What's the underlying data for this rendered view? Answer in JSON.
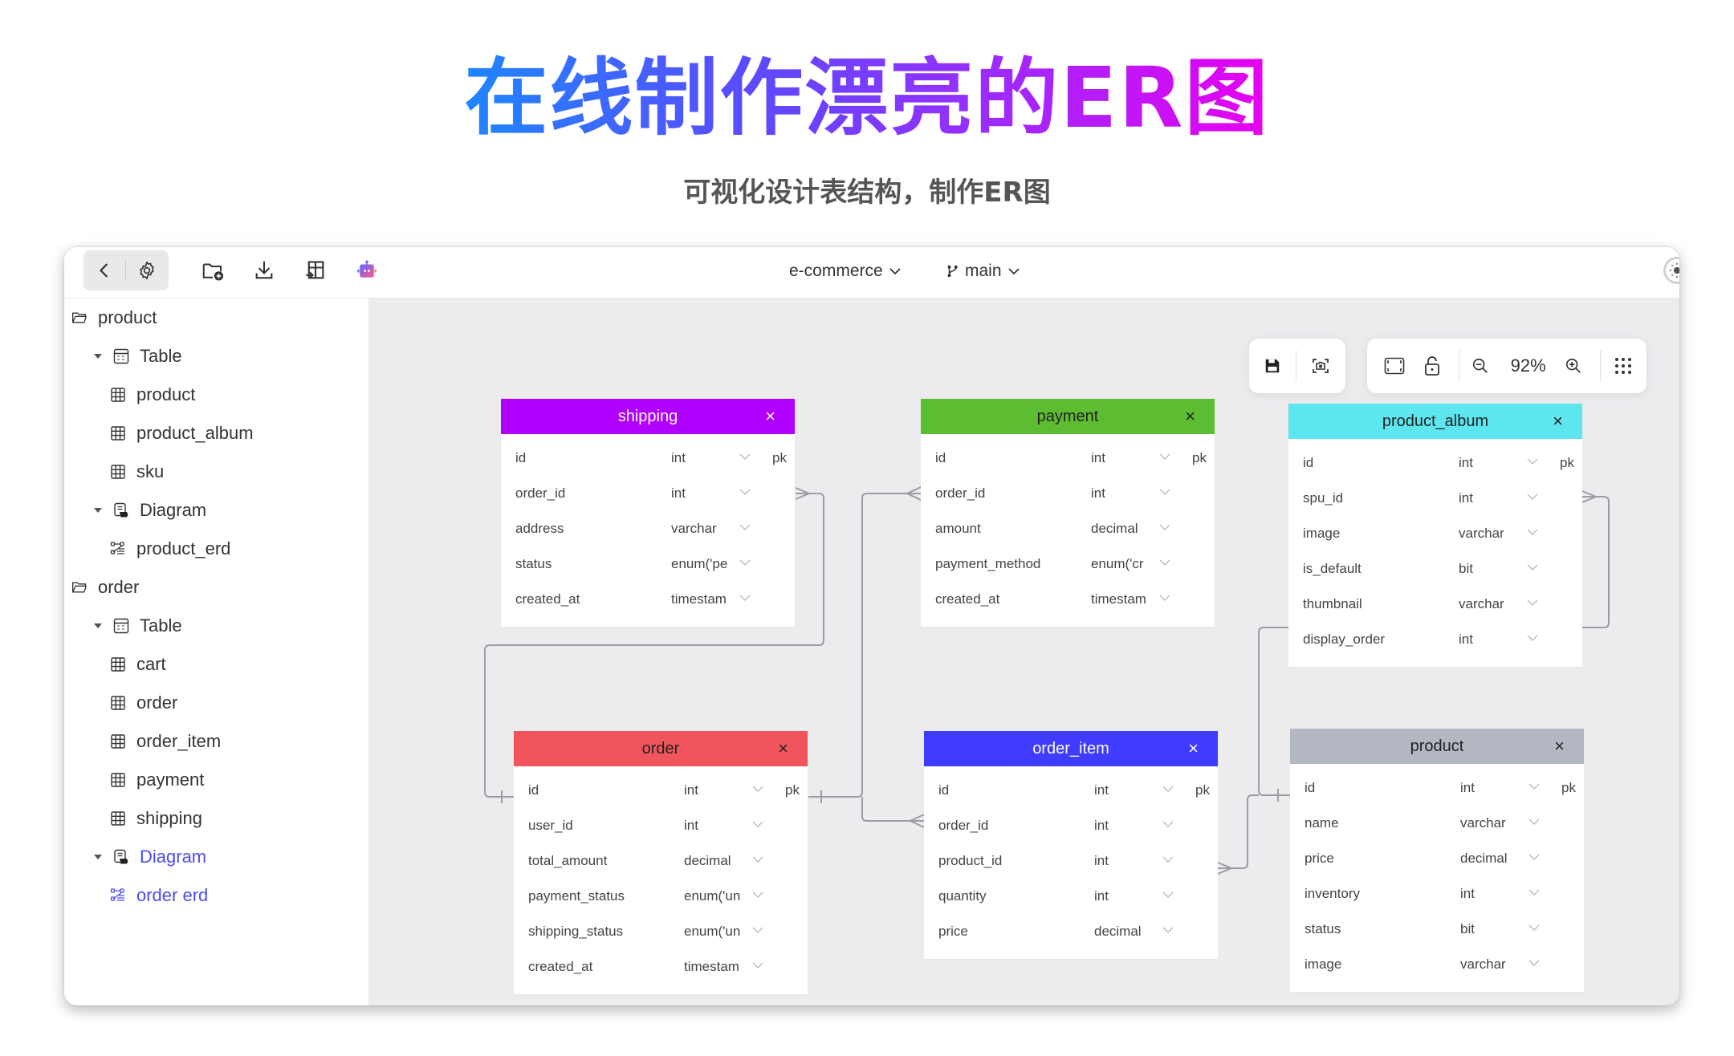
{
  "hero": {
    "title": "在线制作漂亮的ER图",
    "subtitle": "可视化设计表结构，制作ER图"
  },
  "topbar": {
    "back_icon": "chevron-left-icon",
    "settings_icon": "gear-icon",
    "tools": [
      {
        "name": "new-folder-icon"
      },
      {
        "name": "download-icon"
      },
      {
        "name": "import-table-icon"
      },
      {
        "name": "ai-robot-icon"
      }
    ],
    "project": "e-commerce",
    "branch": "main",
    "theme_icon": "sun-icon"
  },
  "sidebar": {
    "items": [
      {
        "label": "product",
        "type": "folder",
        "level": 0
      },
      {
        "label": "Table",
        "type": "group",
        "level": 1
      },
      {
        "label": "product",
        "type": "table",
        "level": 2
      },
      {
        "label": "product_album",
        "type": "table",
        "level": 2
      },
      {
        "label": "sku",
        "type": "table",
        "level": 2
      },
      {
        "label": "Diagram",
        "type": "group",
        "level": 1
      },
      {
        "label": "product_erd",
        "type": "diagram",
        "level": 2
      },
      {
        "label": "order",
        "type": "folder",
        "level": 0
      },
      {
        "label": "Table",
        "type": "group",
        "level": 1
      },
      {
        "label": "cart",
        "type": "table",
        "level": 2
      },
      {
        "label": "order",
        "type": "table",
        "level": 2
      },
      {
        "label": "order_item",
        "type": "table",
        "level": 2
      },
      {
        "label": "payment",
        "type": "table",
        "level": 2
      },
      {
        "label": "shipping",
        "type": "table",
        "level": 2
      },
      {
        "label": "Diagram",
        "type": "group",
        "level": 1,
        "active": true
      },
      {
        "label": "order erd",
        "type": "diagram",
        "level": 2,
        "active": true
      }
    ]
  },
  "canvas_toolbar": {
    "save_icon": "save-icon",
    "screenshot_icon": "camera-capture-icon",
    "fit_icon": "fit-screen-icon",
    "lock_icon": "unlock-icon",
    "zoom_out_icon": "zoom-out-icon",
    "zoom_level": "92%",
    "zoom_in_icon": "zoom-in-icon",
    "more_icon": "grid-dots-icon"
  },
  "colors": {
    "shipping": "#b000ff",
    "payment": "#5cbd32",
    "product_album": "#5ee6ef",
    "order": "#f0555d",
    "order_item": "#3f3bff",
    "product": "#b3b7c2",
    "canvas": "#ececef",
    "active": "#4b4bf0"
  },
  "tables": {
    "shipping": {
      "name": "shipping",
      "columns": [
        {
          "name": "id",
          "type": "int",
          "key": "pk"
        },
        {
          "name": "order_id",
          "type": "int",
          "key": ""
        },
        {
          "name": "address",
          "type": "varchar",
          "key": ""
        },
        {
          "name": "status",
          "type": "enum('pe",
          "key": ""
        },
        {
          "name": "created_at",
          "type": "timestam",
          "key": ""
        }
      ]
    },
    "payment": {
      "name": "payment",
      "columns": [
        {
          "name": "id",
          "type": "int",
          "key": "pk"
        },
        {
          "name": "order_id",
          "type": "int",
          "key": ""
        },
        {
          "name": "amount",
          "type": "decimal",
          "key": ""
        },
        {
          "name": "payment_method",
          "type": "enum('cr",
          "key": ""
        },
        {
          "name": "created_at",
          "type": "timestam",
          "key": ""
        }
      ]
    },
    "product_album": {
      "name": "product_album",
      "columns": [
        {
          "name": "id",
          "type": "int",
          "key": "pk"
        },
        {
          "name": "spu_id",
          "type": "int",
          "key": ""
        },
        {
          "name": "image",
          "type": "varchar",
          "key": ""
        },
        {
          "name": "is_default",
          "type": "bit",
          "key": ""
        },
        {
          "name": "thumbnail",
          "type": "varchar",
          "key": ""
        },
        {
          "name": "display_order",
          "type": "int",
          "key": ""
        }
      ]
    },
    "order": {
      "name": "order",
      "columns": [
        {
          "name": "id",
          "type": "int",
          "key": "pk"
        },
        {
          "name": "user_id",
          "type": "int",
          "key": ""
        },
        {
          "name": "total_amount",
          "type": "decimal",
          "key": ""
        },
        {
          "name": "payment_status",
          "type": "enum('un",
          "key": ""
        },
        {
          "name": "shipping_status",
          "type": "enum('un",
          "key": ""
        },
        {
          "name": "created_at",
          "type": "timestam",
          "key": ""
        }
      ]
    },
    "order_item": {
      "name": "order_item",
      "columns": [
        {
          "name": "id",
          "type": "int",
          "key": "pk"
        },
        {
          "name": "order_id",
          "type": "int",
          "key": ""
        },
        {
          "name": "product_id",
          "type": "int",
          "key": ""
        },
        {
          "name": "quantity",
          "type": "int",
          "key": ""
        },
        {
          "name": "price",
          "type": "decimal",
          "key": ""
        }
      ]
    },
    "product": {
      "name": "product",
      "columns": [
        {
          "name": "id",
          "type": "int",
          "key": "pk"
        },
        {
          "name": "name",
          "type": "varchar",
          "key": ""
        },
        {
          "name": "price",
          "type": "decimal",
          "key": ""
        },
        {
          "name": "inventory",
          "type": "int",
          "key": ""
        },
        {
          "name": "status",
          "type": "bit",
          "key": ""
        },
        {
          "name": "image",
          "type": "varchar",
          "key": ""
        }
      ]
    }
  },
  "close_glyph": "×"
}
